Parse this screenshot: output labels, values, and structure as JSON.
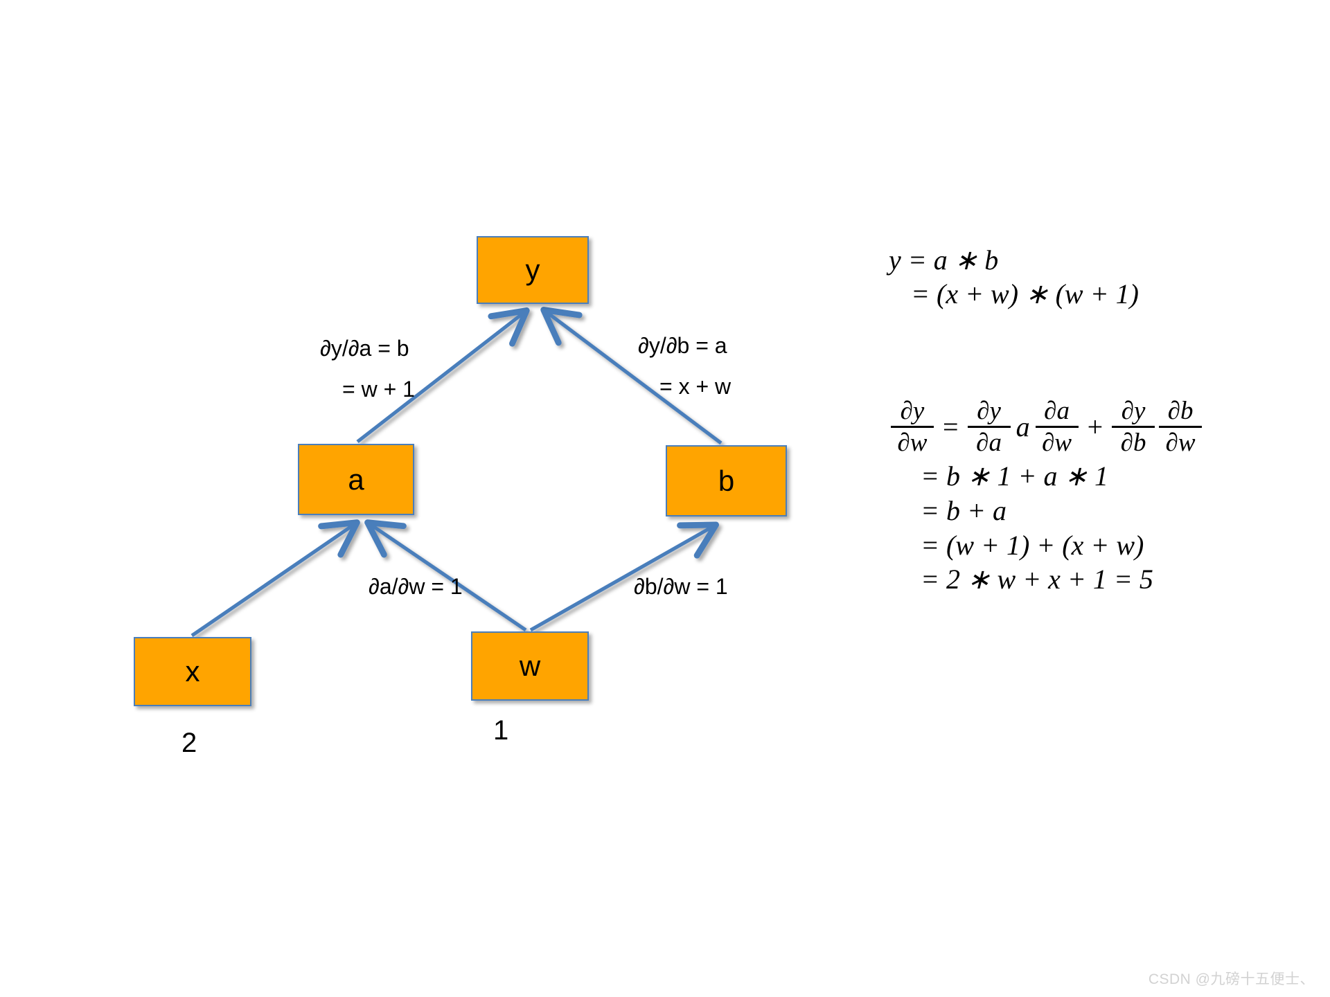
{
  "background_color": "#ffffff",
  "palette": {
    "node_fill": "#FFA400",
    "node_border": "#4A7EBB",
    "arrow_color": "#4A7EBB",
    "text_color": "#000000",
    "watermark_color": "#d2d2d2"
  },
  "graph": {
    "title": "computational-graph",
    "nodes": [
      {
        "id": "y",
        "label": "y"
      },
      {
        "id": "a",
        "label": "a"
      },
      {
        "id": "b",
        "label": "b"
      },
      {
        "id": "x",
        "label": "x"
      },
      {
        "id": "w",
        "label": "w"
      }
    ],
    "node_values": [
      {
        "id": "x",
        "value": "2"
      },
      {
        "id": "w",
        "value": "1"
      }
    ],
    "edges": [
      {
        "from": "a",
        "to": "y",
        "label_line1": "∂y/∂a = b",
        "label_line2": "= w + 1"
      },
      {
        "from": "b",
        "to": "y",
        "label_line1": "∂y/∂b = a",
        "label_line2": "= x + w"
      },
      {
        "from": "x",
        "to": "a",
        "label_line1": "",
        "label_line2": ""
      },
      {
        "from": "w",
        "to": "a",
        "label_line1": "∂a/∂w = 1",
        "label_line2": ""
      },
      {
        "from": "w",
        "to": "b",
        "label_line1": "∂b/∂w = 1",
        "label_line2": ""
      }
    ]
  },
  "math": {
    "forward": {
      "line1": "y  =  a ∗ b",
      "line2": "=  (x  +  w) ∗ (w  + 1)"
    },
    "chain_rule": {
      "lhs_num": "∂y",
      "lhs_den": "∂w",
      "equals": "=",
      "t1_num": "∂y",
      "t1_den": "∂a",
      "t1_mid": "a",
      "t2_num": "∂a",
      "t2_den": "∂w",
      "plus": "+",
      "t3_num": "∂y",
      "t3_den": "∂b",
      "t4_num": "∂b",
      "t4_den": "∂w"
    },
    "steps": [
      "= b  ∗ 1 + a ∗ 1",
      "= b + a",
      "= (w + 1) + (x + w)",
      "= 2 ∗ w + x + 1 = 5"
    ]
  },
  "watermark": {
    "text": "CSDN @九磅十五便士、"
  }
}
